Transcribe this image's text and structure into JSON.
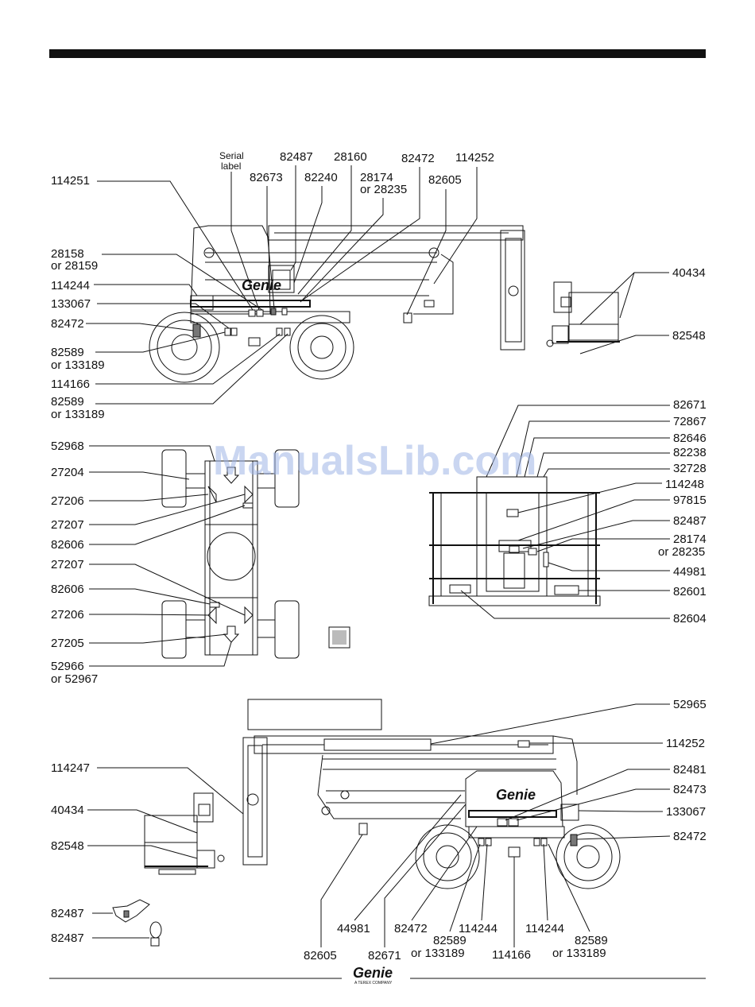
{
  "top_view": {
    "left_labels": [
      {
        "line1": "114251",
        "line2": ""
      },
      {
        "line1": "28158",
        "line2": "or 28159"
      },
      {
        "line1": "114244",
        "line2": ""
      },
      {
        "line1": "133067",
        "line2": ""
      },
      {
        "line1": "82472",
        "line2": ""
      },
      {
        "line1": "82589",
        "line2": "or 133189"
      },
      {
        "line1": "114166",
        "line2": ""
      },
      {
        "line1": "82589",
        "line2": "or 133189"
      }
    ],
    "top_labels": {
      "serial_line1": "Serial",
      "serial_line2": "label",
      "l82487": "82487",
      "l28160": "28160",
      "l82472": "82472",
      "l114252": "114252",
      "l82673": "82673",
      "l82240": "82240",
      "l28174": "28174",
      "l28235": "or 28235",
      "l82605": "82605"
    },
    "right_labels": [
      "40434",
      "82548"
    ]
  },
  "platform_view": {
    "right_labels": [
      {
        "line1": "82671",
        "line2": ""
      },
      {
        "line1": "72867",
        "line2": ""
      },
      {
        "line1": "82646",
        "line2": ""
      },
      {
        "line1": "82238",
        "line2": ""
      },
      {
        "line1": "32728",
        "line2": ""
      },
      {
        "line1": "114248",
        "line2": ""
      },
      {
        "line1": "97815",
        "line2": ""
      },
      {
        "line1": "82487",
        "line2": ""
      },
      {
        "line1": "28174",
        "line2": "or 28235"
      },
      {
        "line1": "44981",
        "line2": ""
      },
      {
        "line1": "82601",
        "line2": ""
      },
      {
        "line1": "82604",
        "line2": ""
      }
    ]
  },
  "chassis_view": {
    "left_labels": [
      {
        "line1": "52968",
        "line2": ""
      },
      {
        "line1": "27204",
        "line2": ""
      },
      {
        "line1": "27206",
        "line2": ""
      },
      {
        "line1": "27207",
        "line2": ""
      },
      {
        "line1": "82606",
        "line2": ""
      },
      {
        "line1": "27207",
        "line2": ""
      },
      {
        "line1": "82606",
        "line2": ""
      },
      {
        "line1": "27206",
        "line2": ""
      },
      {
        "line1": "27205",
        "line2": ""
      },
      {
        "line1": "52966",
        "line2": "or 52967"
      }
    ]
  },
  "bottom_view": {
    "right_labels": [
      "52965",
      "114252",
      "82481",
      "82473",
      "133067",
      "82472"
    ],
    "left_labels": [
      "114247",
      "40434",
      "82548",
      "82487",
      "82487"
    ],
    "bottom_labels": [
      {
        "line1": "44981",
        "line2": ""
      },
      {
        "line1": "82472",
        "line2": ""
      },
      {
        "line1": "82589",
        "line2": "or 133189"
      },
      {
        "line1": "114244",
        "line2": ""
      },
      {
        "line1": "114166",
        "line2": ""
      },
      {
        "line1": "114244",
        "line2": ""
      },
      {
        "line1": "82589",
        "line2": "or 133189"
      },
      {
        "line1": "82605",
        "line2": ""
      },
      {
        "line1": "82671",
        "line2": ""
      }
    ]
  },
  "machine_logo": "Genie",
  "watermark": "ManualsLib.com",
  "footer": {
    "logo": "Genie",
    "tagline": "A TEREX COMPANY"
  }
}
